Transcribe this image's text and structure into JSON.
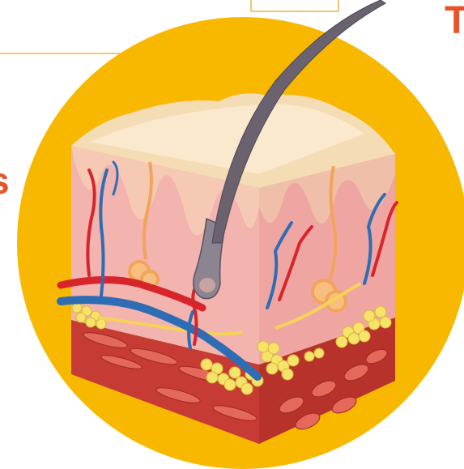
{
  "text": {
    "corner_letter_right": "T",
    "edge_letter_left": "s"
  },
  "colors": {
    "circle": "#F9B800",
    "accent_text": "#E8542A",
    "frame_lines": "#E9B542",
    "skin_top": "#F4DCB4",
    "dermis": "#F3B3AE",
    "dermis_dark": "#E08D92",
    "hair": "#6B6270",
    "artery": "#D8242B",
    "vein": "#2E6DB4",
    "nerve": "#F7D257",
    "gland": "#F3A45A",
    "fat": "#F7E36A",
    "muscle": "#C63B34"
  },
  "icons": [
    "skin-cross-section-illustration",
    "hair-strand",
    "blood-vessels",
    "sweat-gland",
    "fat-layer",
    "muscle-layer"
  ]
}
